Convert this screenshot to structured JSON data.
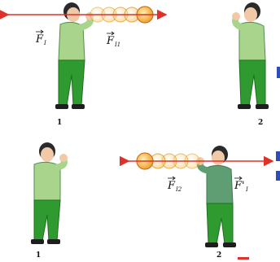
{
  "top_scene": {
    "force_person": "F",
    "force_person_sub": "I",
    "force_ball": "F",
    "force_ball_sub": "I1",
    "person_left_number": "1",
    "person_right_number": "2"
  },
  "bottom_scene": {
    "force_ball": "F",
    "force_ball_sub": "I2",
    "force_person": "F'",
    "force_person_sub": "I",
    "person_left_number": "1",
    "person_right_number": "2"
  },
  "colors": {
    "arrow": "#e0302a",
    "ball": "#f0a030",
    "shirt_light": "#a8d48c",
    "shirt_dark": "#5f9e72",
    "pants": "#2f9a2f",
    "skin": "#f2c9a6",
    "hair": "#2a2a2a"
  }
}
